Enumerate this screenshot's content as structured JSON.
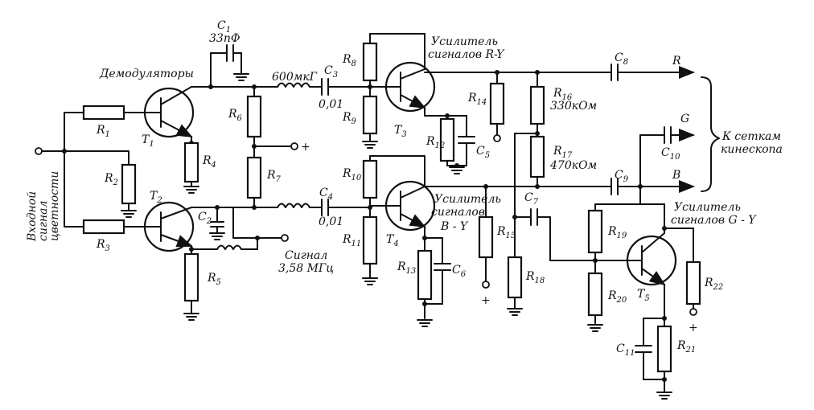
{
  "labels": {
    "demodulators": "Демодуляторы",
    "input_line1": "Входной",
    "input_line2": "сигнал",
    "input_line3": "цветности",
    "signal_line1": "Сигнал",
    "signal_line2": "3,58 МГц",
    "amp_ry_line1": "Усилитель",
    "amp_ry_line2": "сигналов R-Y",
    "amp_by_line1": "Усилитель",
    "amp_by_line2": "сигналов",
    "amp_by_line3": "B - Y",
    "amp_gy_line1": "Усилитель",
    "amp_gy_line2": "сигналов G - Y",
    "to_grids_line1": "К сеткам",
    "to_grids_line2": "кинескопа",
    "out_r": "R",
    "out_g": "G",
    "out_b": "B",
    "plus": "+"
  },
  "values": {
    "c1": "33пФ",
    "l1": "600мкГ",
    "c3": "0,01",
    "c4": "0,01",
    "r16": "330кОм",
    "r17": "470кОм"
  },
  "components": {
    "C": "C",
    "R": "R",
    "T": "T",
    "C1": "1",
    "C2": "2",
    "C3": "3",
    "C4": "4",
    "C5": "5",
    "C6": "6",
    "C7": "7",
    "C8": "8",
    "C9": "9",
    "C10": "10",
    "C11": "11",
    "R1": "1",
    "R2": "2",
    "R3": "3",
    "R4": "4",
    "R5": "5",
    "R6": "6",
    "R7": "7",
    "R8": "8",
    "R9": "9",
    "R10": "10",
    "R11": "11",
    "R12": "12",
    "R13": "13",
    "R14": "14",
    "R15": "15",
    "R16": "16",
    "R17": "17",
    "R18": "18",
    "R19": "19",
    "R20": "20",
    "R21": "21",
    "R22": "22",
    "T1": "1",
    "T2": "2",
    "T3": "3",
    "T4": "4",
    "T5": "5"
  }
}
